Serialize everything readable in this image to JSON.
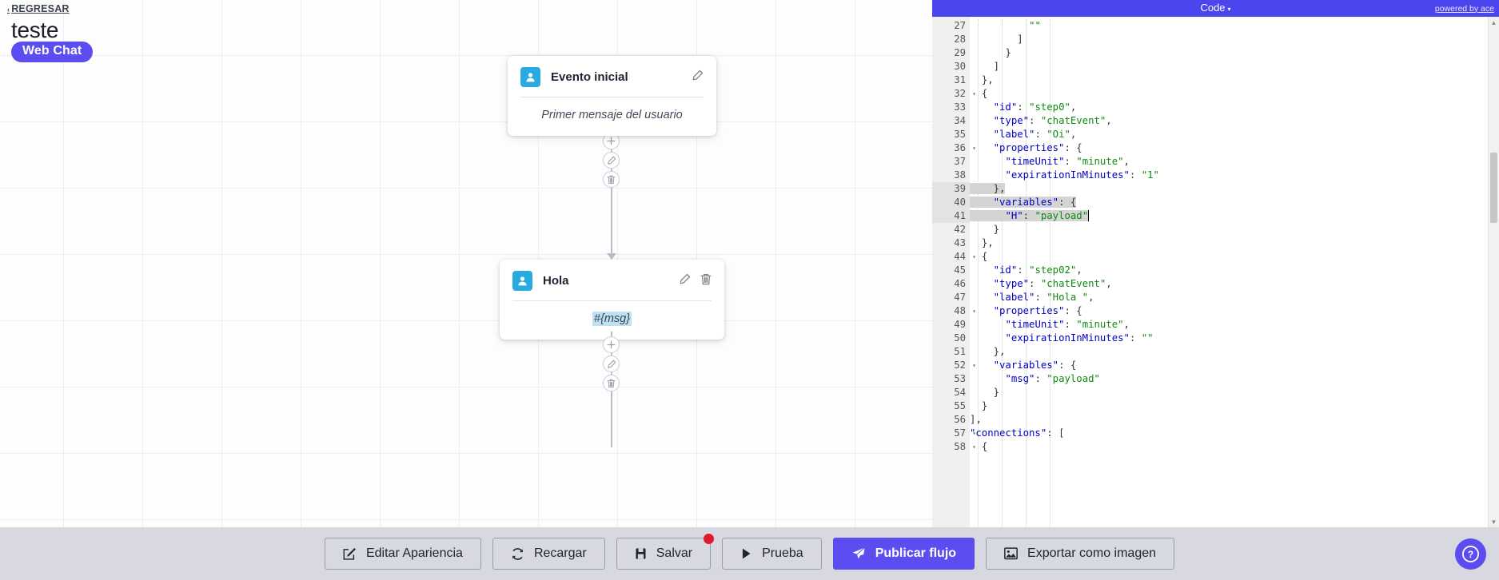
{
  "header": {
    "back_label": "REGRESAR",
    "back_chevron": "‹",
    "flow_title": "teste",
    "channel_badge": "Web Chat"
  },
  "canvas": {
    "nodes": [
      {
        "id": "node-evento-inicial",
        "avatar_icon": "user-icon",
        "title": "Evento inicial",
        "body_text": "Primer mensaje del usuario",
        "body_token": "",
        "edit_icon": "pencil-icon",
        "delete_icon": "",
        "has_delete": false
      },
      {
        "id": "node-hola",
        "avatar_icon": "user-icon",
        "title": "Hola",
        "body_text": "",
        "body_token": "#{msg}",
        "edit_icon": "pencil-icon",
        "delete_icon": "trash-icon",
        "has_delete": true
      }
    ],
    "connector_buttons": [
      "add-icon",
      "pencil-icon",
      "trash-icon"
    ]
  },
  "editor": {
    "title": "Code",
    "title_caret": "▾",
    "credit": "powered by ace",
    "first_line": 27,
    "lines": [
      {
        "n": 27,
        "fold": false,
        "sel": false,
        "text": "          \"\""
      },
      {
        "n": 28,
        "fold": false,
        "sel": false,
        "text": "        ]"
      },
      {
        "n": 29,
        "fold": false,
        "sel": false,
        "text": "      }"
      },
      {
        "n": 30,
        "fold": false,
        "sel": false,
        "text": "    ]"
      },
      {
        "n": 31,
        "fold": false,
        "sel": false,
        "text": "  },"
      },
      {
        "n": 32,
        "fold": true,
        "sel": false,
        "text": "  {"
      },
      {
        "n": 33,
        "fold": false,
        "sel": false,
        "text": "    \"id\": \"step0\","
      },
      {
        "n": 34,
        "fold": false,
        "sel": false,
        "text": "    \"type\": \"chatEvent\","
      },
      {
        "n": 35,
        "fold": false,
        "sel": false,
        "text": "    \"label\": \"Oi\","
      },
      {
        "n": 36,
        "fold": true,
        "sel": false,
        "text": "    \"properties\": {"
      },
      {
        "n": 37,
        "fold": false,
        "sel": false,
        "text": "      \"timeUnit\": \"minute\","
      },
      {
        "n": 38,
        "fold": false,
        "sel": false,
        "text": "      \"expirationInMinutes\": \"1\""
      },
      {
        "n": 39,
        "fold": false,
        "sel": true,
        "text": "    },"
      },
      {
        "n": 40,
        "fold": true,
        "sel": true,
        "text": "    \"variables\": {"
      },
      {
        "n": 41,
        "fold": false,
        "sel": true,
        "text": "      \"H\": \"payload\""
      },
      {
        "n": 42,
        "fold": false,
        "sel": false,
        "text": "    }"
      },
      {
        "n": 43,
        "fold": false,
        "sel": false,
        "text": "  },"
      },
      {
        "n": 44,
        "fold": true,
        "sel": false,
        "text": "  {"
      },
      {
        "n": 45,
        "fold": false,
        "sel": false,
        "text": "    \"id\": \"step02\","
      },
      {
        "n": 46,
        "fold": false,
        "sel": false,
        "text": "    \"type\": \"chatEvent\","
      },
      {
        "n": 47,
        "fold": false,
        "sel": false,
        "text": "    \"label\": \"Hola \","
      },
      {
        "n": 48,
        "fold": true,
        "sel": false,
        "text": "    \"properties\": {"
      },
      {
        "n": 49,
        "fold": false,
        "sel": false,
        "text": "      \"timeUnit\": \"minute\","
      },
      {
        "n": 50,
        "fold": false,
        "sel": false,
        "text": "      \"expirationInMinutes\": \"\""
      },
      {
        "n": 51,
        "fold": false,
        "sel": false,
        "text": "    },"
      },
      {
        "n": 52,
        "fold": true,
        "sel": false,
        "text": "    \"variables\": {"
      },
      {
        "n": 53,
        "fold": false,
        "sel": false,
        "text": "      \"msg\": \"payload\""
      },
      {
        "n": 54,
        "fold": false,
        "sel": false,
        "text": "    }"
      },
      {
        "n": 55,
        "fold": false,
        "sel": false,
        "text": "  }"
      },
      {
        "n": 56,
        "fold": false,
        "sel": false,
        "text": "],"
      },
      {
        "n": 57,
        "fold": true,
        "sel": false,
        "text": "\"connections\": ["
      },
      {
        "n": 58,
        "fold": true,
        "sel": false,
        "text": "  {"
      }
    ],
    "fold_widget_icon": "chevron-right-icon",
    "scroll_up_icon": "▲",
    "scroll_down_icon": "▼"
  },
  "toolbar": {
    "buttons": [
      {
        "name": "editar-apariencia",
        "label": "Editar Apariencia",
        "icon": "edit-square-icon",
        "primary": false,
        "badge": false
      },
      {
        "name": "recargar",
        "label": "Recargar",
        "icon": "refresh-icon",
        "primary": false,
        "badge": false
      },
      {
        "name": "salvar",
        "label": "Salvar",
        "icon": "save-icon",
        "primary": false,
        "badge": true
      },
      {
        "name": "prueba",
        "label": "Prueba",
        "icon": "play-icon",
        "primary": false,
        "badge": false
      },
      {
        "name": "publicar-flujo",
        "label": "Publicar flujo",
        "icon": "send-icon",
        "primary": true,
        "badge": false
      },
      {
        "name": "exportar-imagen",
        "label": "Exportar como imagen",
        "icon": "image-icon",
        "primary": false,
        "badge": false
      }
    ],
    "help_icon": "question-mark-icon"
  },
  "colors": {
    "accent": "#5b4df0",
    "editor_header": "#4b45ed",
    "avatar_blue": "#29abe2",
    "badge_red": "#e0192b",
    "toolbar_bg": "#d8d9e0",
    "token_highlight": "#bfe2f2"
  }
}
